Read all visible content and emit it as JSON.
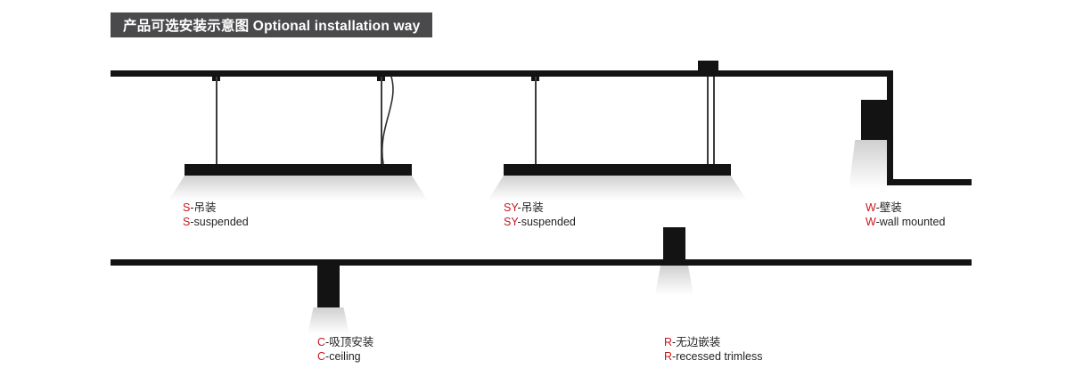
{
  "header": {
    "title": "产品可选安装示意图 Optional installation way"
  },
  "colors": {
    "accent_red": "#c9171e",
    "banner_bg": "#4a4a4c",
    "ink": "#131313",
    "label_ink": "#231f20"
  },
  "items": [
    {
      "id": "s",
      "zh_prefix": "S",
      "zh_rest": "-吊装",
      "en_prefix": "S",
      "en_rest": "-suspended"
    },
    {
      "id": "sy",
      "zh_prefix": "SY",
      "zh_rest": "-吊装",
      "en_prefix": "SY",
      "en_rest": "-suspended"
    },
    {
      "id": "w",
      "zh_prefix": "W",
      "zh_rest": "-壁装",
      "en_prefix": "W",
      "en_rest": "-wall mounted"
    },
    {
      "id": "c",
      "zh_prefix": "C",
      "zh_rest": "-吸顶安装",
      "en_prefix": "C",
      "en_rest": "-ceiling"
    },
    {
      "id": "r",
      "zh_prefix": "R",
      "zh_rest": "-无边嵌装",
      "en_prefix": "R",
      "en_rest": "-recessed trimless"
    }
  ]
}
